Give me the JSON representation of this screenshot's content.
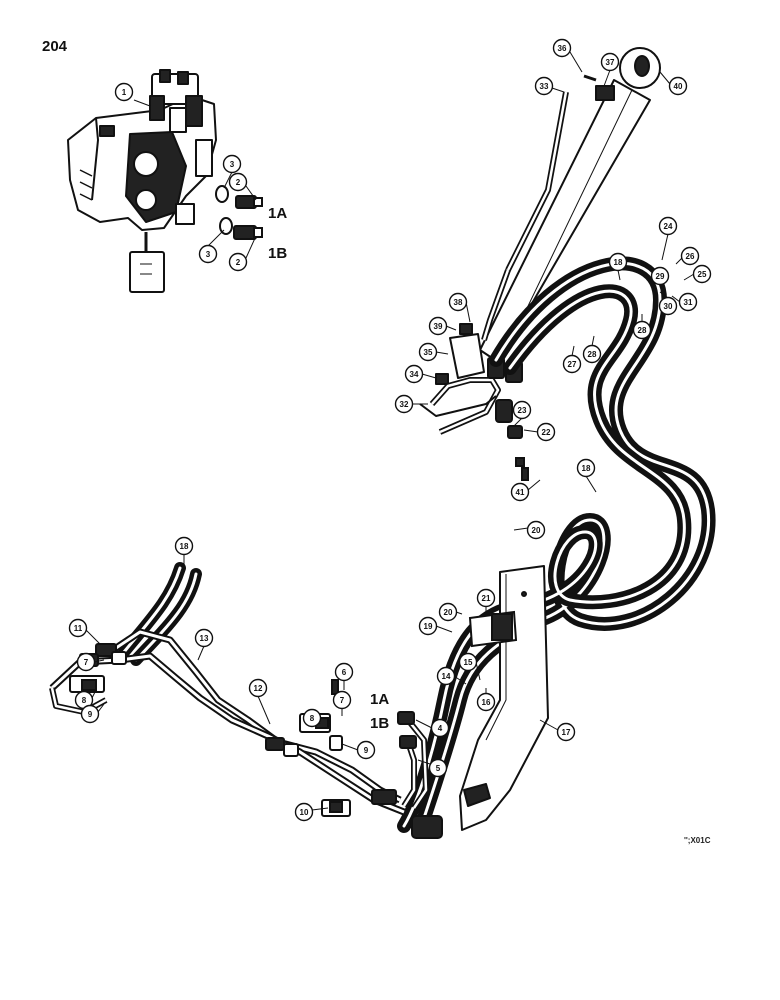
{
  "page": {
    "number": "204",
    "figure_code": "'';X01C"
  },
  "callouts": [
    "1",
    "2",
    "2",
    "3",
    "3",
    "4",
    "5",
    "6",
    "7",
    "7",
    "8",
    "8",
    "9",
    "9",
    "10",
    "11",
    "12",
    "13",
    "14",
    "15",
    "16",
    "17",
    "18",
    "18",
    "18",
    "19",
    "20",
    "20",
    "21",
    "22",
    "23",
    "24",
    "25",
    "26",
    "27",
    "28",
    "28",
    "29",
    "30",
    "31",
    "32",
    "33",
    "34",
    "35",
    "36",
    "37",
    "38",
    "39",
    "40",
    "41"
  ],
  "port_labels": [
    "1A",
    "1B",
    "1A",
    "1B"
  ]
}
